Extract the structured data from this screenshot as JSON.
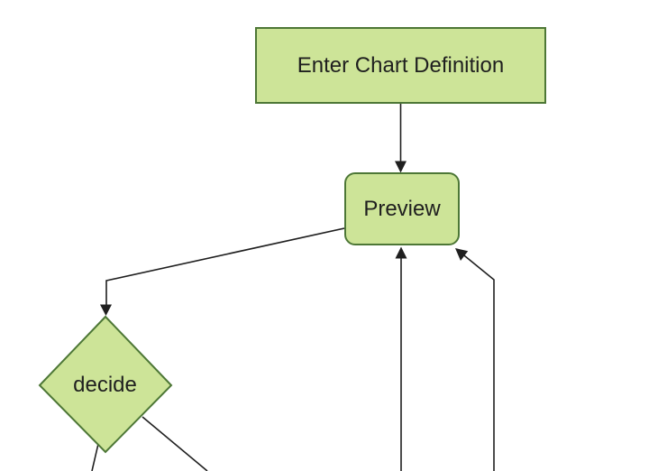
{
  "diagram": {
    "type": "flowchart",
    "colors": {
      "background": "#ffffff",
      "node_fill": "#cde498",
      "node_border": "#4d7736",
      "edge_color": "#1f1f1f",
      "text_color": "#1f1f1f"
    },
    "nodes": [
      {
        "id": "enter-chart-definition",
        "label": "Enter Chart Definition",
        "shape": "rectangle"
      },
      {
        "id": "preview",
        "label": "Preview",
        "shape": "rounded-rectangle"
      },
      {
        "id": "decide",
        "label": "decide",
        "shape": "diamond"
      }
    ],
    "edges": [
      {
        "from": "enter-chart-definition",
        "to": "preview",
        "arrow": true
      },
      {
        "from": "preview",
        "to": "decide",
        "arrow": true
      },
      {
        "from": "offscreen-bottom-1",
        "to": "preview",
        "arrow": true
      },
      {
        "from": "offscreen-bottom-2",
        "to": "preview",
        "arrow": true
      },
      {
        "from": "decide",
        "to": "offscreen-bottom-left",
        "arrow": false
      },
      {
        "from": "decide",
        "to": "offscreen-bottom-right",
        "arrow": false
      }
    ]
  }
}
